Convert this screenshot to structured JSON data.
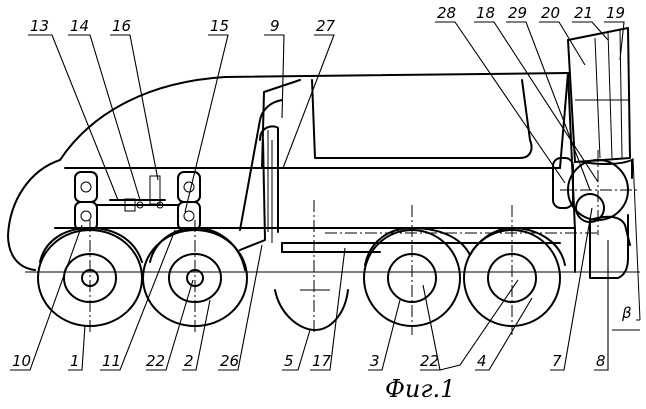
{
  "figure": {
    "caption": "Фиг.1",
    "angle_label": "β"
  },
  "callouts": [
    {
      "key": "c13",
      "text": "13"
    },
    {
      "key": "c14",
      "text": "14"
    },
    {
      "key": "c16",
      "text": "16"
    },
    {
      "key": "c15",
      "text": "15"
    },
    {
      "key": "c9",
      "text": "9"
    },
    {
      "key": "c27",
      "text": "27"
    },
    {
      "key": "c28",
      "text": "28"
    },
    {
      "key": "c18",
      "text": "18"
    },
    {
      "key": "c29",
      "text": "29"
    },
    {
      "key": "c20",
      "text": "20"
    },
    {
      "key": "c21",
      "text": "21"
    },
    {
      "key": "c19",
      "text": "19"
    },
    {
      "key": "c10",
      "text": "10"
    },
    {
      "key": "c1",
      "text": "1"
    },
    {
      "key": "c11",
      "text": "11"
    },
    {
      "key": "c22a",
      "text": "22"
    },
    {
      "key": "c2",
      "text": "2"
    },
    {
      "key": "c26",
      "text": "26"
    },
    {
      "key": "c5",
      "text": "5"
    },
    {
      "key": "c17",
      "text": "17"
    },
    {
      "key": "c3",
      "text": "3"
    },
    {
      "key": "c22b",
      "text": "22"
    },
    {
      "key": "c4",
      "text": "4"
    },
    {
      "key": "c7",
      "text": "7"
    },
    {
      "key": "c8",
      "text": "8"
    }
  ]
}
